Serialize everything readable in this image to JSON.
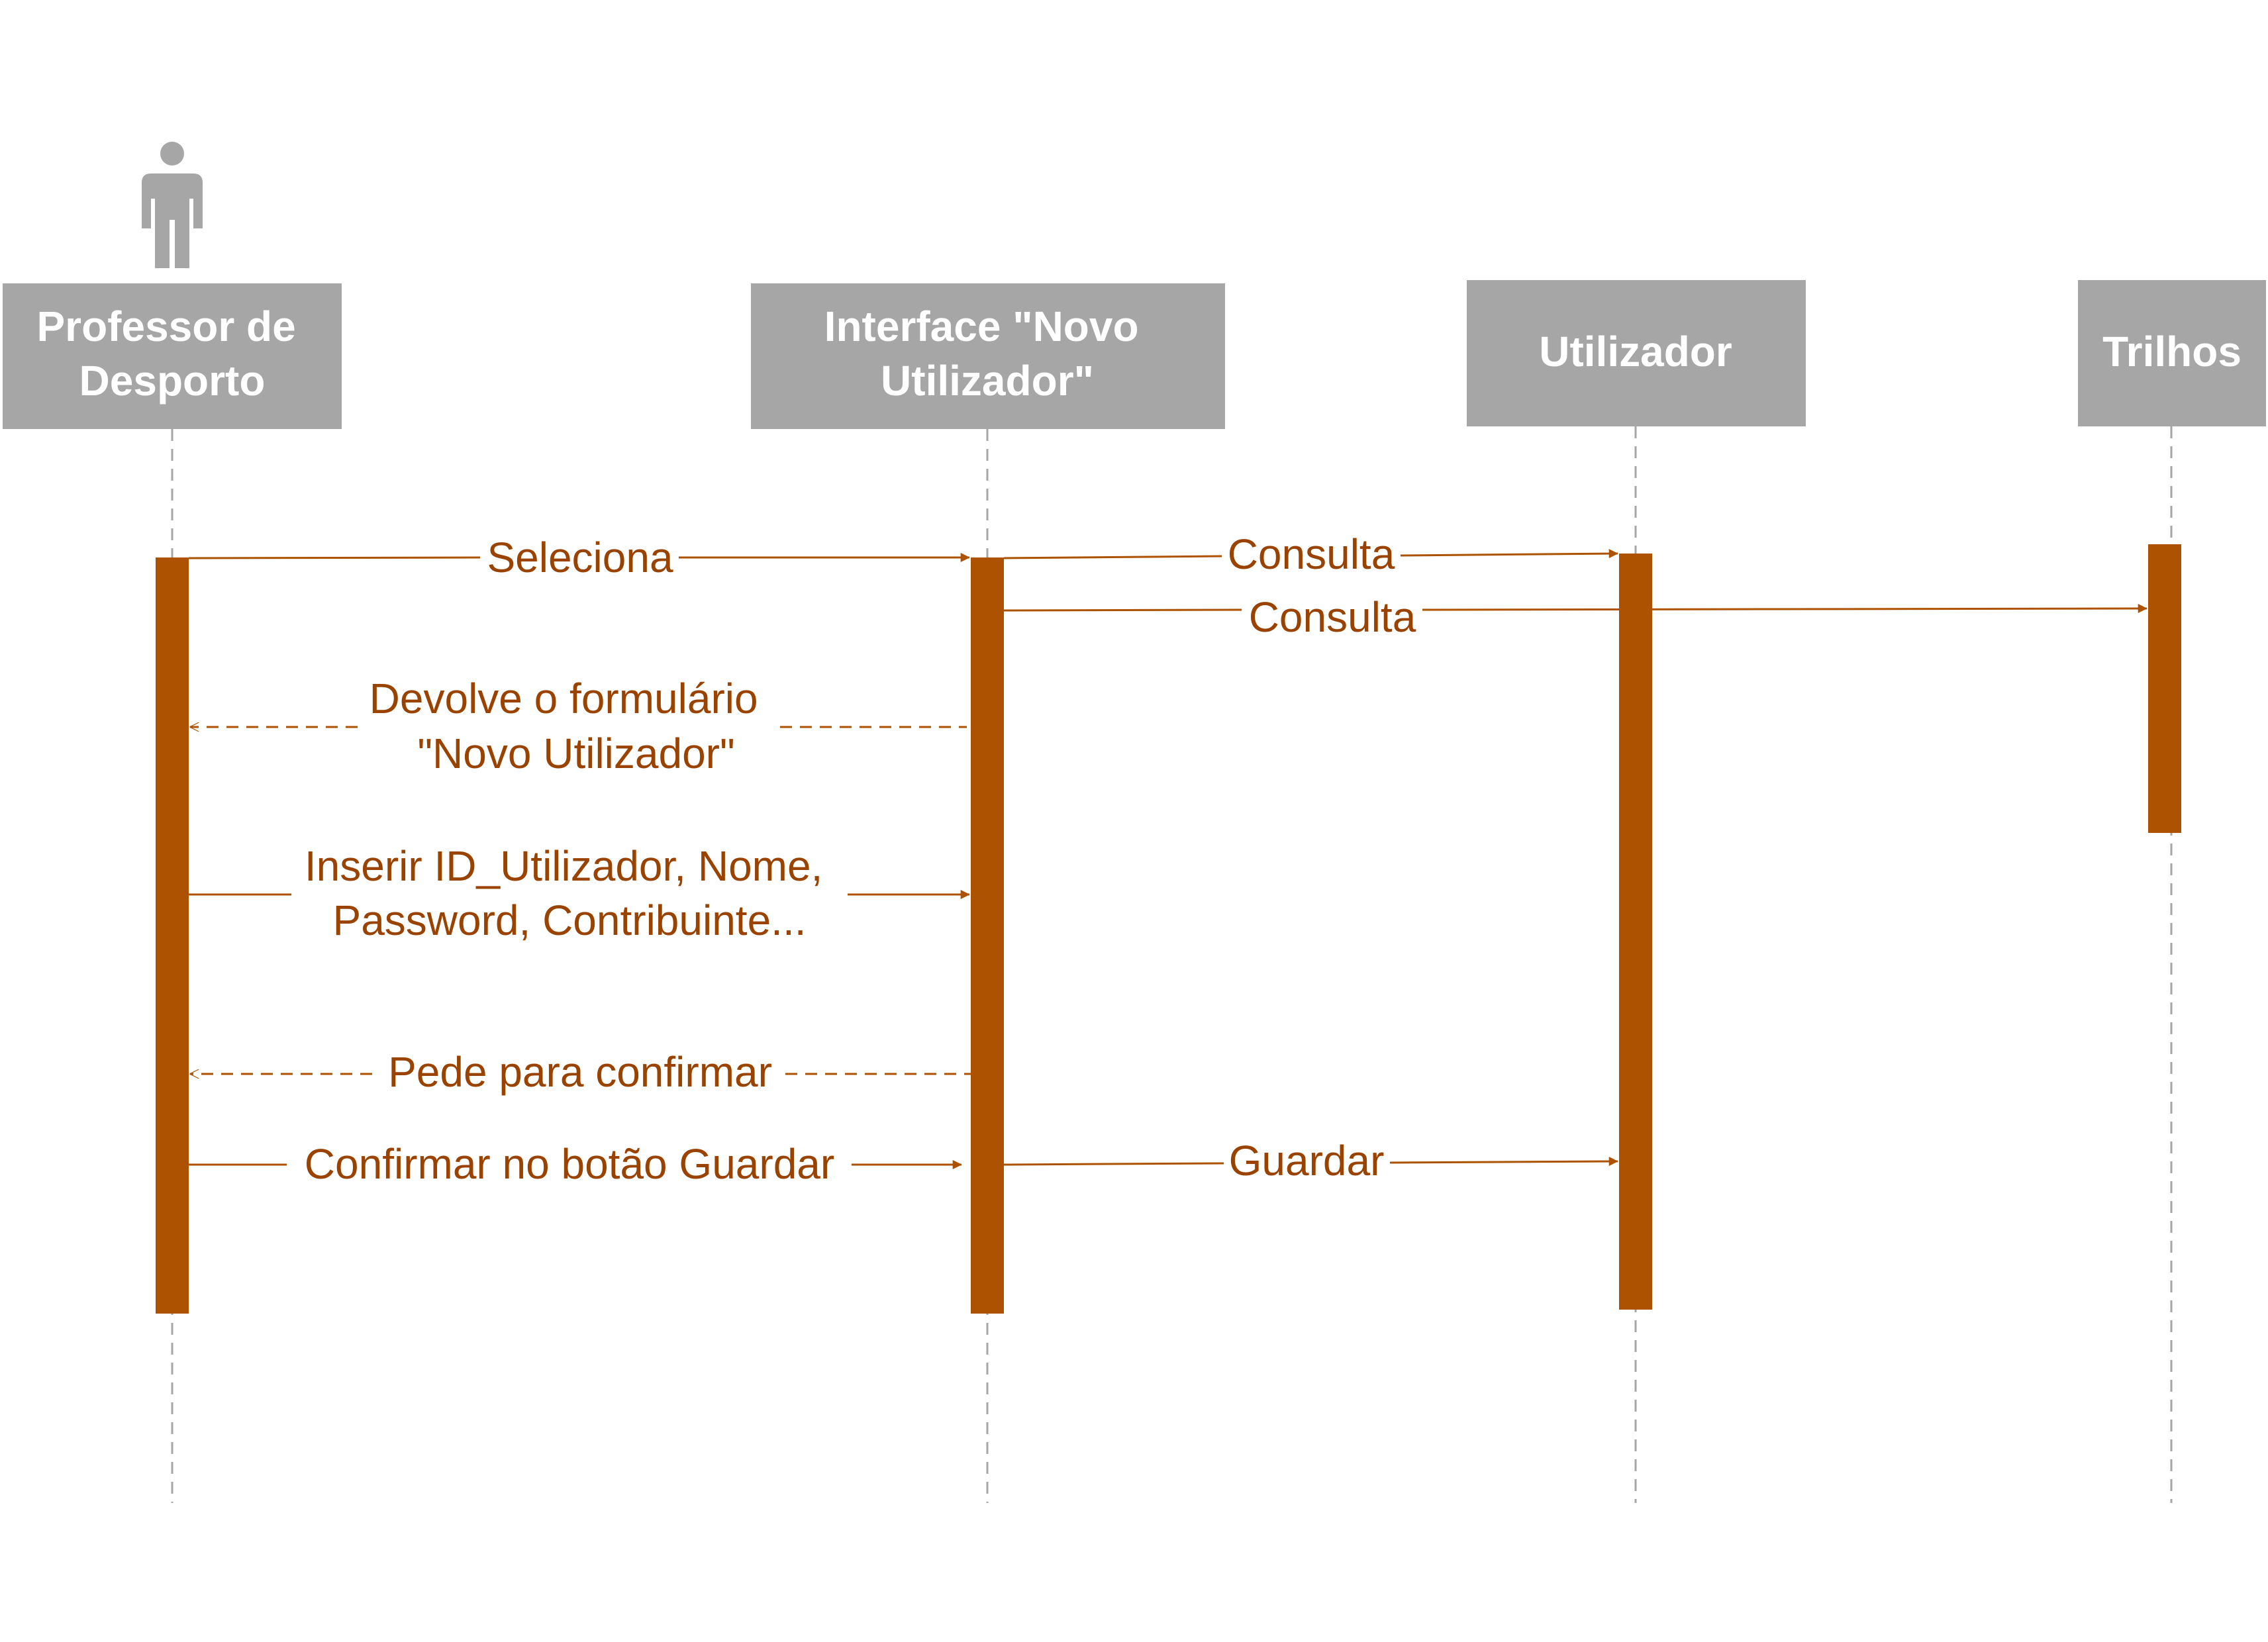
{
  "participants": [
    {
      "id": "professor",
      "label_lines": [
        "Professor de",
        "Desporto"
      ],
      "is_actor": true
    },
    {
      "id": "interface",
      "label_lines": [
        "Interface \"Novo",
        "Utilizador\""
      ]
    },
    {
      "id": "utilizador",
      "label_lines": [
        "Utilizador"
      ]
    },
    {
      "id": "trilhos",
      "label_lines": [
        "Trilhos"
      ]
    }
  ],
  "messages": [
    {
      "id": "seleciona",
      "from": "professor",
      "to": "interface",
      "label_lines": [
        "Seleciona"
      ],
      "style": "sync"
    },
    {
      "id": "consulta-1",
      "from": "interface",
      "to": "utilizador",
      "label_lines": [
        "Consulta"
      ],
      "style": "sync"
    },
    {
      "id": "consulta-2",
      "from": "interface",
      "to": "trilhos",
      "label_lines": [
        "Consulta"
      ],
      "style": "sync"
    },
    {
      "id": "devolve",
      "from": "interface",
      "to": "professor",
      "label_lines": [
        "Devolve o formulário",
        "\"Novo Utilizador\""
      ],
      "style": "return"
    },
    {
      "id": "inserir",
      "from": "professor",
      "to": "interface",
      "label_lines": [
        "Inserir ID_Utilizador, Nome,",
        "Password, Contribuinte..."
      ],
      "style": "sync"
    },
    {
      "id": "pede",
      "from": "interface",
      "to": "professor",
      "label_lines": [
        "Pede para confirmar"
      ],
      "style": "return"
    },
    {
      "id": "confirmar",
      "from": "professor",
      "to": "interface",
      "label_lines": [
        "Confirmar no botão Guardar"
      ],
      "style": "sync"
    },
    {
      "id": "guardar",
      "from": "interface",
      "to": "utilizador",
      "label_lines": [
        "Guardar"
      ],
      "style": "sync"
    }
  ],
  "colors": {
    "header_fill": "#a6a6a6",
    "header_text": "#ffffff",
    "activation": "#ad5200",
    "message": "#ad5200",
    "message_text": "#9a4300",
    "lifeline": "#a6a6a6",
    "actor_icon": "#a6a6a6"
  },
  "icons": {
    "actor": "person-icon"
  }
}
